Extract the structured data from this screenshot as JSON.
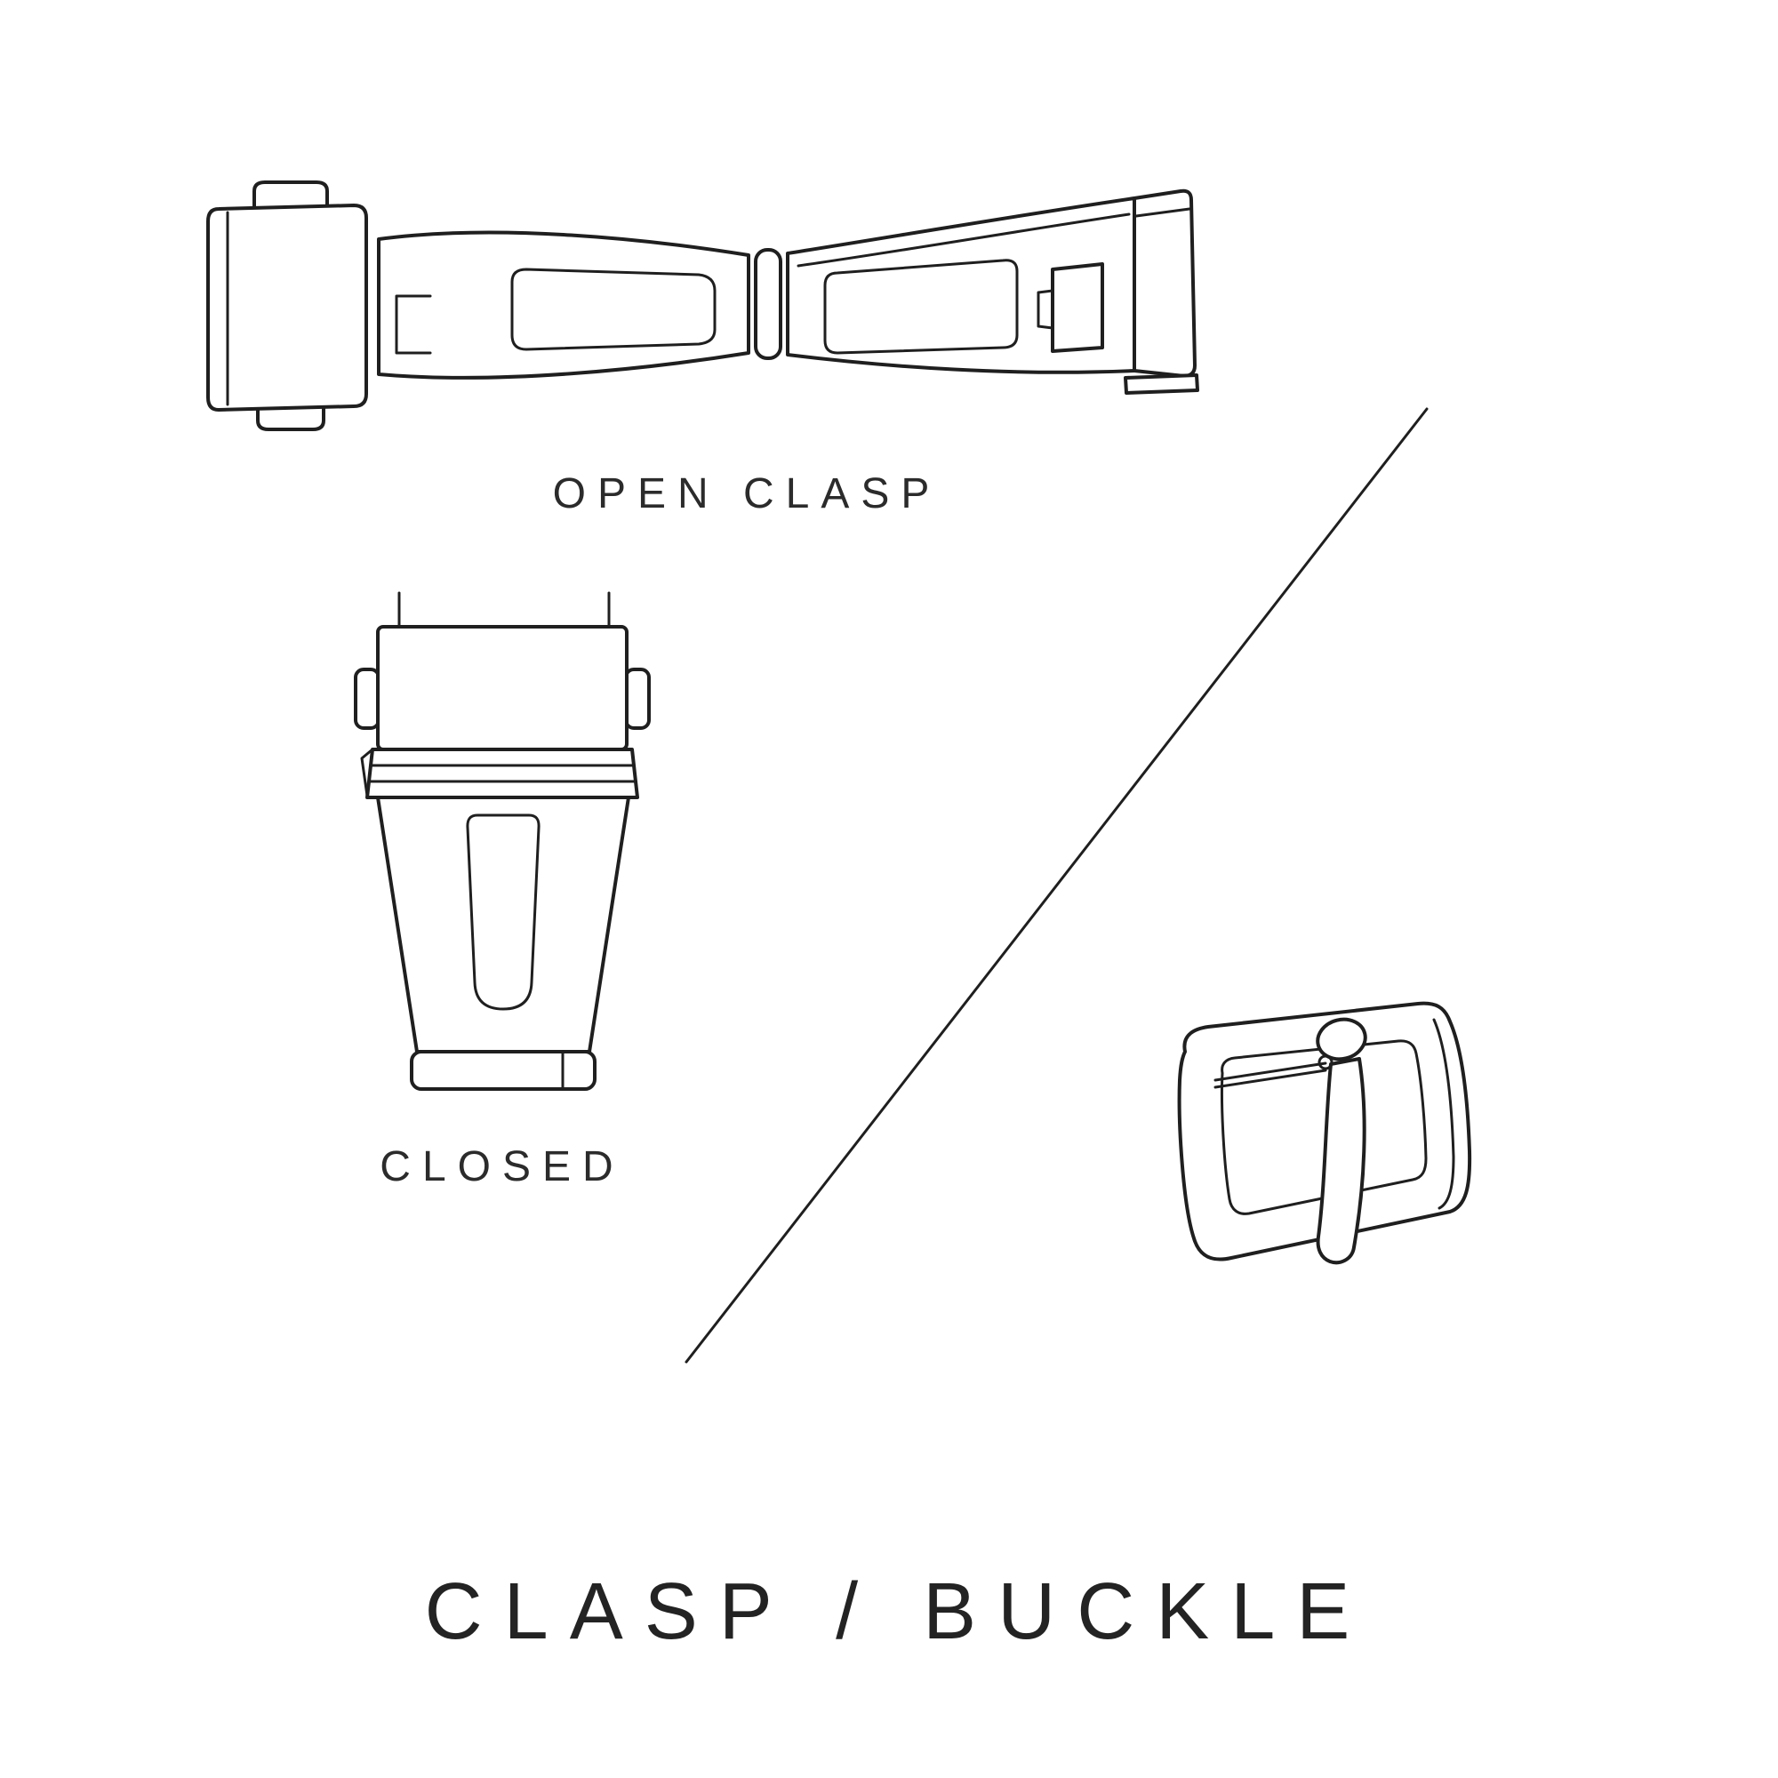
{
  "canvas": {
    "background": "#ffffff",
    "line_color": "#1f1f1f",
    "text_color": "#2b2b2b"
  },
  "labels": {
    "open_clasp": "OPEN CLASP",
    "closed": "CLOSED"
  },
  "title": {
    "text": "CLASP / BUCKLE"
  },
  "illustrations": {
    "open_clasp_icon": "open-deployant-clasp-illustration",
    "closed_clasp_icon": "closed-deployant-clasp-illustration",
    "buckle_icon": "tang-buckle-illustration",
    "divider_icon": "diagonal-divider-line"
  }
}
